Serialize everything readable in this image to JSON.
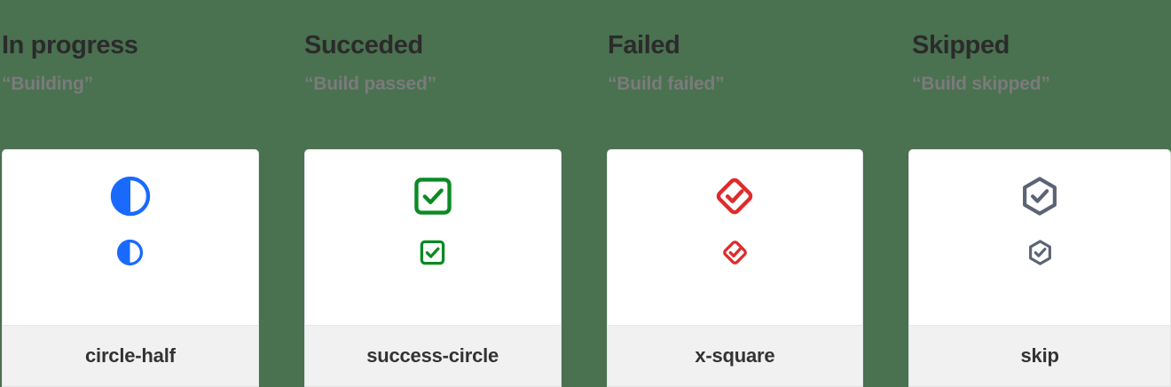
{
  "background_color": "#4a7150",
  "columns": [
    {
      "title": "In progress",
      "subtitle": "“Building”",
      "icon_name": "circle-half-icon",
      "icon_color": "#1a6aff",
      "card_label": "circle-half"
    },
    {
      "title": "Succeded",
      "subtitle": "“Build passed”",
      "icon_name": "success-circle-icon",
      "icon_color": "#0b8a24",
      "card_label": "success-circle"
    },
    {
      "title": "Failed",
      "subtitle": "“Build failed”",
      "icon_name": "x-square-icon",
      "icon_color": "#e02a2a",
      "card_label": "x-square"
    },
    {
      "title": "Skipped",
      "subtitle": "“Build skipped”",
      "icon_name": "skip-icon",
      "icon_color": "#5b6474",
      "card_label": "skip"
    }
  ]
}
